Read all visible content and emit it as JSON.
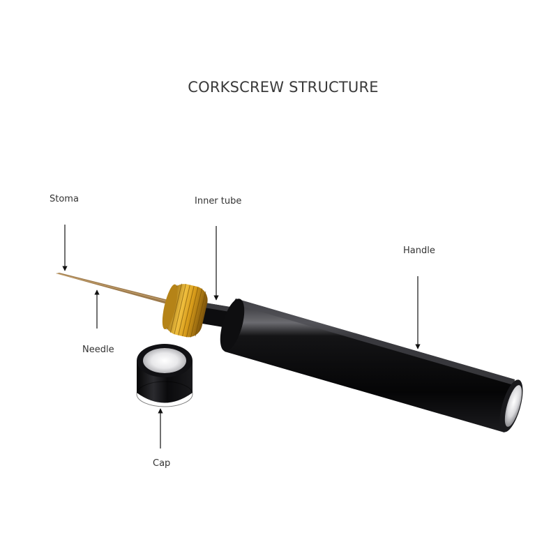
{
  "title": "CORKSCREW STRUCTURE",
  "labels": {
    "stoma": "Stoma",
    "inner_tube": "Inner tube",
    "handle": "Handle",
    "needle": "Needle",
    "cap": "Cap"
  },
  "colors": {
    "background": "#ffffff",
    "body_black": "#0b0b0d",
    "knob_gold": "#d7a11c",
    "needle_bronze": "#a07a4a",
    "cap_silver": "#e6e6e6",
    "text": "#333333"
  }
}
